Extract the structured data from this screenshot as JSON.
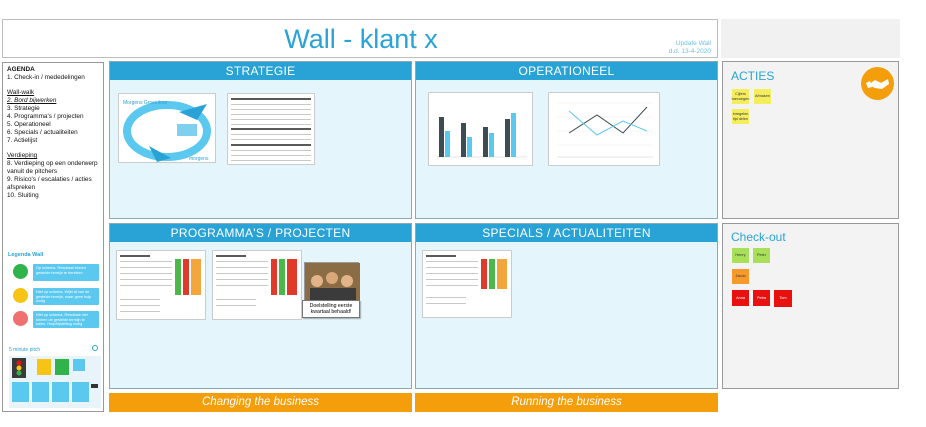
{
  "header": {
    "title": "Wall - klant x",
    "update_line1": "Update Wall",
    "update_line2": "d.d. 13-4-2020"
  },
  "agenda": {
    "heading": "AGENDA",
    "item1": "1. Check-in / mededelingen",
    "wallwalk": "Wall-walk",
    "item2": "2. Bord bijwerken",
    "item3": "3. Strategie",
    "item4": "4. Programma's / projecten",
    "item5": "5. Operationeel",
    "item6": "6. Specials / actualiteiten",
    "item7": "7. Actielijst",
    "verdieping": "Verdieping",
    "item8": "8. Verdieping op een onderwerp vanuit de pitchers",
    "item9": "9. Risico's / escalaties / acties afspreken",
    "item10": "10. Sluiting"
  },
  "legend": {
    "title": "Legenda Wall",
    "green_note": "Op schema. Resultaat binnen gestelde termijn te bereiken",
    "yellow_note": "Niet op schema. Wijkt af van de gestelde termijn, maar geen hulp nodig",
    "red_note": "Niet op schema. Resultaat niet binnen de gestelde termijn te halen. Hulp/bijstelling nodig",
    "colors": {
      "green": "#2fb34a",
      "yellow": "#f7c314",
      "red": "#f06f6f"
    }
  },
  "pitch": {
    "title": "5 minute pitch"
  },
  "quadrants": {
    "strategie": "STRATEGIE",
    "operationeel": "OPERATIONEEL",
    "programmas": "PROGRAMMA'S / PROJECTEN",
    "specials": "SPECIALS / ACTUALITEITEN"
  },
  "bands": {
    "left": "Changing the business",
    "right": "Running the business"
  },
  "strategy_image": {
    "title": "Morgens Groeiritme",
    "brand": "morgens"
  },
  "callout": "Doelstelling eerste kwartaal behaald!",
  "acties": {
    "title": "ACTIES",
    "stickies": [
      "Cijfers toevoegen",
      "Afmaken",
      "Inregelen tijd delen"
    ]
  },
  "checkout": {
    "title": "Check-out",
    "stickies": [
      "Henry",
      "Peter",
      "Jacob",
      "Anna",
      "Petra",
      "Tom"
    ]
  },
  "accent": "#29a3d6",
  "band_color": "#f59e0b"
}
